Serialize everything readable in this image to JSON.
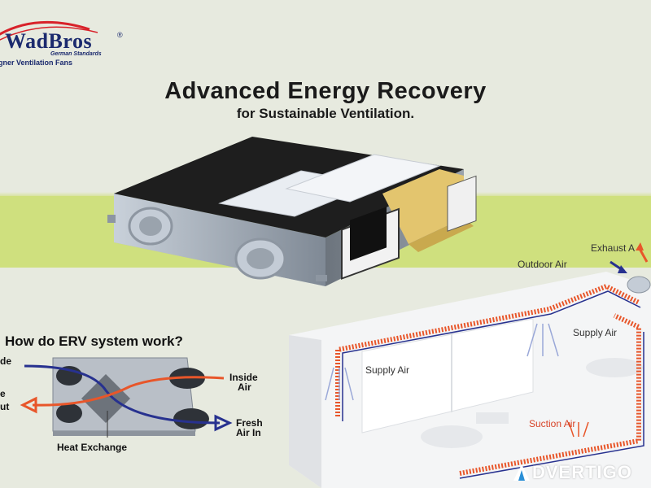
{
  "brand": {
    "name": "WadBros",
    "registered_mark": "®",
    "tagline_small": "German Standards",
    "tagline_main": "gner Ventilation Fans"
  },
  "hero": {
    "title": "Advanced Energy Recovery",
    "subtitle": "for Sustainable Ventilation."
  },
  "erv_section": {
    "question": "How do ERV system work?",
    "labels": {
      "left_top": "de",
      "left_mid": "e",
      "left_bottom": "ut",
      "inside_air_1": "Inside",
      "inside_air_2": "Air",
      "fresh_air_1": "Fresh",
      "fresh_air_2": "Air In",
      "heat_exchange": "Heat Exchange"
    }
  },
  "building_diagram": {
    "exhaust_air": "Exhaust A",
    "outdoor_air": "Outdoor Air",
    "supply_air_1": "Supply Air",
    "supply_air_2": "Supply Air",
    "suction_air": "Suction Air"
  },
  "watermark": {
    "text": "DVERTIGO"
  },
  "colors": {
    "background": "#e7eadf",
    "band": "#cfe07e",
    "brand_blue": "#1b2a6e",
    "exhaust_orange": "#e8562a",
    "fresh_blue": "#27318f"
  }
}
